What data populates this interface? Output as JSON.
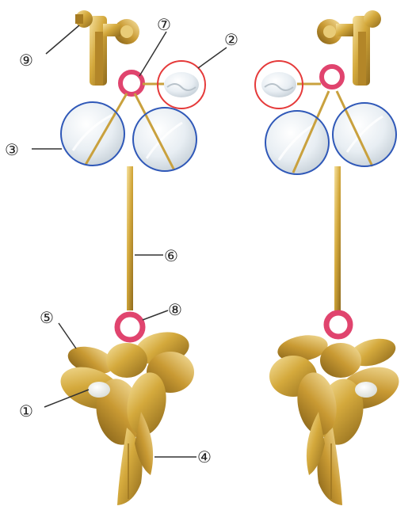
{
  "labels": {
    "one": "①",
    "two": "②",
    "three": "③",
    "four": "④",
    "five": "⑤",
    "six": "⑥",
    "seven": "⑦",
    "eight": "⑧",
    "nine": "⑨"
  },
  "colors": {
    "background": "#ffffff",
    "gold": "#d4a93c",
    "gold_dark": "#9c7420",
    "gold_light": "#f2d78a",
    "jump_ring": "#e0446e",
    "highlight_red": "#e53a3a",
    "highlight_blue": "#2f58b8",
    "crystal": "#e6ecf2",
    "leader_line": "#333333"
  },
  "icons": {
    "earring_left": "clip-on-earring-icon",
    "earring_right": "clip-on-earring-icon"
  }
}
